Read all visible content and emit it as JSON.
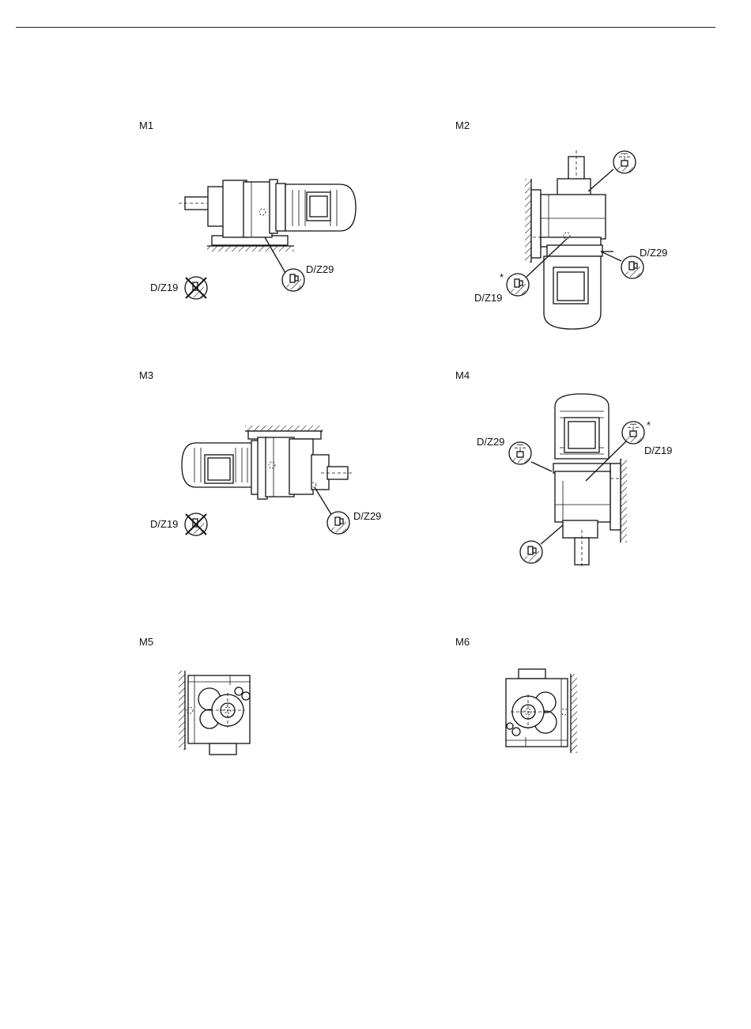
{
  "positions": [
    {
      "id": "m1",
      "title": "M1",
      "labels": {
        "vent": "D/Z29",
        "drain": "D/Z19"
      }
    },
    {
      "id": "m2",
      "title": "M2",
      "labels": {
        "vent": "D/Z29",
        "drain": "D/Z19",
        "note": "*"
      }
    },
    {
      "id": "m3",
      "title": "M3",
      "labels": {
        "vent": "D/Z29",
        "drain": "D/Z19"
      }
    },
    {
      "id": "m4",
      "title": "M4",
      "labels": {
        "vent": "D/Z29",
        "drain": "D/Z19",
        "note": "*"
      }
    },
    {
      "id": "m5",
      "title": "M5"
    },
    {
      "id": "m6",
      "title": "M6"
    }
  ]
}
